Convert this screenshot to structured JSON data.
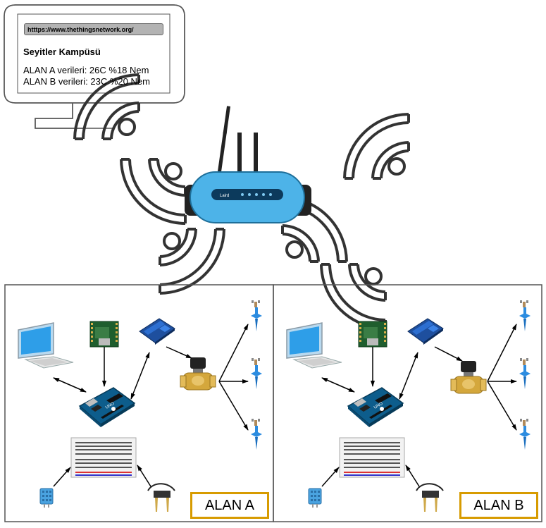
{
  "monitor": {
    "url": "htttps://www.thethingsnetwork.org/",
    "title": "Seyitler Kampüsü",
    "line_a": "ALAN A verileri: 26C %18 Nem",
    "line_b": "ALAN B verileri: 23C %20 Nem"
  },
  "gateway": {
    "brand": "Laird"
  },
  "areas": [
    {
      "label": "ALAN A"
    },
    {
      "label": "ALAN B"
    }
  ],
  "colors": {
    "gateway_body": "#4db3e8",
    "area_label_border": "#d79b00",
    "wifi_stroke": "#333333",
    "pcb_green": "#1f5e2e",
    "relay_blue": "#2d6fd1",
    "valve_brass": "#d4a73c",
    "sprinkler_blue": "#2c8ce0",
    "arduino_blue": "#0d5d8c"
  }
}
